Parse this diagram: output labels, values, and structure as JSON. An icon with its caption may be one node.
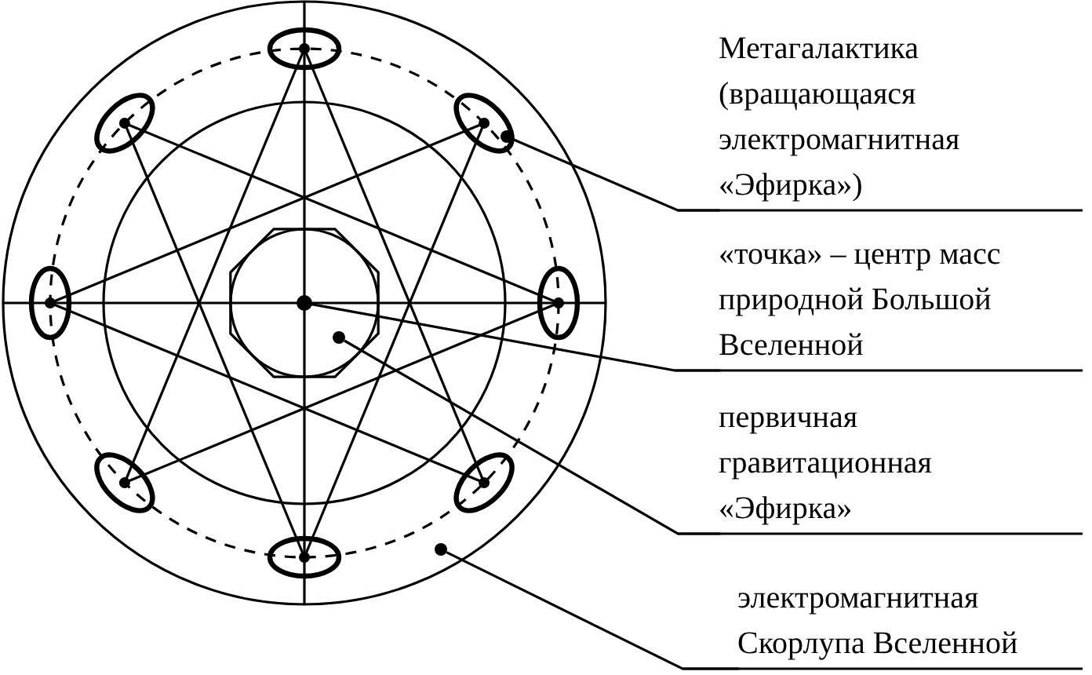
{
  "diagram": {
    "nodes": [
      {
        "text": [
          "Метагалактика (вращающаяся электромагнитная «Эфирка»)"
        ]
      },
      {
        "text": [],
        "shape": "circle"
      },
      {
        "text": [
          "«точка» – центр масс природной Большой Вселенной"
        ]
      },
      {
        "text": [],
        "shape": "circle"
      },
      {
        "text": [
          "первичная гравитационная «Эфирка»"
        ]
      },
      {
        "text": [],
        "shape": "circle"
      },
      {
        "text": [
          "электромагнитная Скорлупа Вселенной"
        ]
      },
      {
        "text": [],
        "shape": "circle"
      }
    ],
    "edges": [
      {
        "from": 0,
        "to": 1,
        "arrow": "none"
      },
      {
        "from": 2,
        "to": 3,
        "arrow": "none"
      },
      {
        "from": 4,
        "to": 5,
        "arrow": "none"
      },
      {
        "from": 6,
        "to": 7,
        "arrow": "none"
      }
    ]
  }
}
